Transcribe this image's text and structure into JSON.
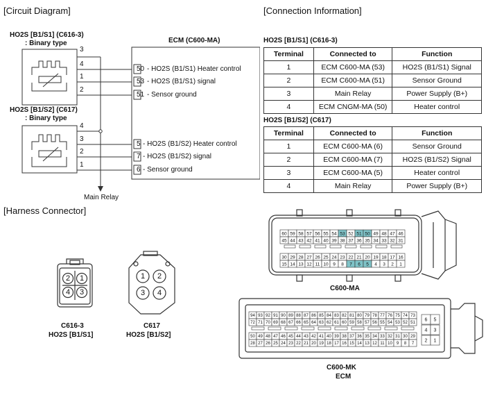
{
  "sections": {
    "circuit": "[Circuit Diagram]",
    "connection": "[Connection Information]",
    "harness": "[Harness Connector]"
  },
  "circuit": {
    "sensor1": {
      "title": "HO2S [B1/S1] (C616-3)",
      "subtitle": ": Binary type",
      "pins": [
        "3",
        "4",
        "1",
        "2"
      ]
    },
    "sensor2": {
      "title": "HO2S [B1/S2] (C617)",
      "subtitle": ": Binary type",
      "pins": [
        "4",
        "3",
        "2",
        "1"
      ]
    },
    "ecm": {
      "title": "ECM (C600-MA)",
      "lines": [
        {
          "pin": "50",
          "text": "- HO2S (B1/S1) Heater control"
        },
        {
          "pin": "53",
          "text": "- HO2S (B1/S1) signal"
        },
        {
          "pin": "51",
          "text": "- Sensor ground"
        },
        {
          "pin": "5",
          "text": "- HO2S (B1/S2) Heater control"
        },
        {
          "pin": "7",
          "text": "- HO2S (B1/S2) signal"
        },
        {
          "pin": "6",
          "text": "- Sensor ground"
        }
      ]
    },
    "main_relay": "Main Relay"
  },
  "tables": [
    {
      "title": "HO2S [B1/S1] (C616-3)",
      "headers": [
        "Terminal",
        "Connected to",
        "Function"
      ],
      "rows": [
        [
          "1",
          "ECM C600-MA (53)",
          "HO2S (B1/S1) Signal"
        ],
        [
          "2",
          "ECM C600-MA (51)",
          "Sensor Ground"
        ],
        [
          "3",
          "Main Relay",
          "Power Supply (B+)"
        ],
        [
          "4",
          "ECM CNGM-MA (50)",
          "Heater control"
        ]
      ]
    },
    {
      "title": "HO2S [B1/S2] (C617)",
      "headers": [
        "Terminal",
        "Connected to",
        "Function"
      ],
      "rows": [
        [
          "1",
          "ECM C600-MA (6)",
          "Sensor Ground"
        ],
        [
          "2",
          "ECM C600-MA (7)",
          "HO2S (B1/S2) Signal"
        ],
        [
          "3",
          "ECM C600-MA (5)",
          "Heater control"
        ],
        [
          "4",
          "Main Relay",
          "Power Supply (B+)"
        ]
      ]
    }
  ],
  "harness": {
    "c616": {
      "pins": [
        "2",
        "1",
        "4",
        "3"
      ],
      "name": "C616-3",
      "sub": "HO2S [B1/S1]"
    },
    "c617": {
      "pins": [
        "1",
        "2",
        "3",
        "4"
      ],
      "name": "C617",
      "sub": "HO2S [B1/S2]"
    },
    "c600ma": {
      "name": "C600-MA",
      "row1": [
        "60",
        "59",
        "58",
        "57",
        "56",
        "55",
        "54",
        "53",
        "52",
        "51",
        "50",
        "49",
        "48",
        "47",
        "46"
      ],
      "row2": [
        "45",
        "44",
        "43",
        "42",
        "41",
        "40",
        "39",
        "38",
        "37",
        "36",
        "35",
        "34",
        "33",
        "32",
        "31"
      ],
      "row3": [
        "30",
        "29",
        "28",
        "27",
        "26",
        "25",
        "24",
        "23",
        "22",
        "21",
        "20",
        "19",
        "18",
        "17",
        "16"
      ],
      "row4": [
        "15",
        "14",
        "13",
        "12",
        "11",
        "10",
        "9",
        "8",
        "7",
        "6",
        "5",
        "4",
        "3",
        "2",
        "1"
      ],
      "highlight": [
        "53",
        "51",
        "50",
        "7",
        "6",
        "5"
      ]
    },
    "c600mk": {
      "name": "C600-MK",
      "sub": "ECM",
      "row1": [
        "94",
        "93",
        "92",
        "91",
        "90",
        "89",
        "88",
        "87",
        "86",
        "85",
        "84",
        "83",
        "82",
        "81",
        "80",
        "79",
        "78",
        "77",
        "76",
        "75",
        "74",
        "73"
      ],
      "row2": [
        "72",
        "71",
        "70",
        "69",
        "68",
        "67",
        "66",
        "65",
        "64",
        "63",
        "62",
        "61",
        "60",
        "59",
        "58",
        "57",
        "56",
        "55",
        "54",
        "53",
        "52",
        "51"
      ],
      "row3": [
        "50",
        "49",
        "48",
        "47",
        "46",
        "45",
        "44",
        "43",
        "42",
        "41",
        "40",
        "39",
        "38",
        "37",
        "36",
        "35",
        "34",
        "33",
        "32",
        "31",
        "30",
        "29"
      ],
      "row4": [
        "28",
        "27",
        "26",
        "25",
        "24",
        "23",
        "22",
        "21",
        "20",
        "19",
        "18",
        "17",
        "16",
        "15",
        "14",
        "13",
        "12",
        "11",
        "10",
        "9",
        "8",
        "7"
      ],
      "side": [
        "6",
        "5",
        "4",
        "3",
        "2",
        "1"
      ]
    }
  },
  "colors": {
    "highlight": "#7fc3c8",
    "line": "#333333"
  }
}
